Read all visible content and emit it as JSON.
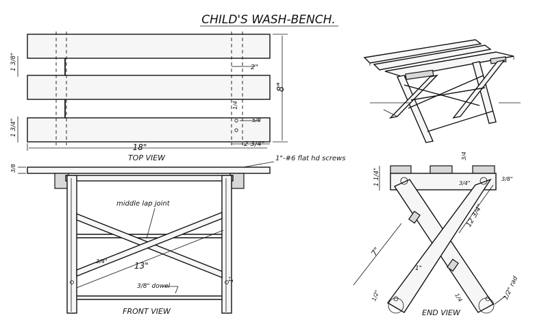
{
  "title": "CHILD'S WASH-BENCH.",
  "views": {
    "top": "TOP VIEW",
    "front": "FRONT VIEW",
    "end": "END VIEW"
  },
  "dimensions": {
    "top_slat_width": "2\"",
    "top_width": "8\"",
    "top_length": "18\"",
    "top_end_margin": "2 3/4\"",
    "gap_left_1": "1 3/8\"",
    "gap_left_2": "1 3/4\"",
    "hole_offset": "5/8",
    "hole_offset_small": "1/4",
    "top_thickness": "3/8",
    "front_diag": "13\"",
    "front_small_a": "3/4\"",
    "front_small_b": "1\"",
    "end_height": "1 1/4\"",
    "end_leg_upper": "12 3/4\"",
    "end_leg_lower": "7\"",
    "end_mid": "1\"",
    "end_bottom": "1/2\"",
    "end_rad": "1/2\" rad",
    "end_small_a": "3/4",
    "end_small_b": "3/8\"",
    "end_small_c": "3/4\"",
    "end_small_d": "1/4"
  },
  "notes": {
    "screws": "1\"-#6 flat hd screws",
    "lap_joint": "middle lap joint",
    "dowel": "3/8\" dowel"
  }
}
